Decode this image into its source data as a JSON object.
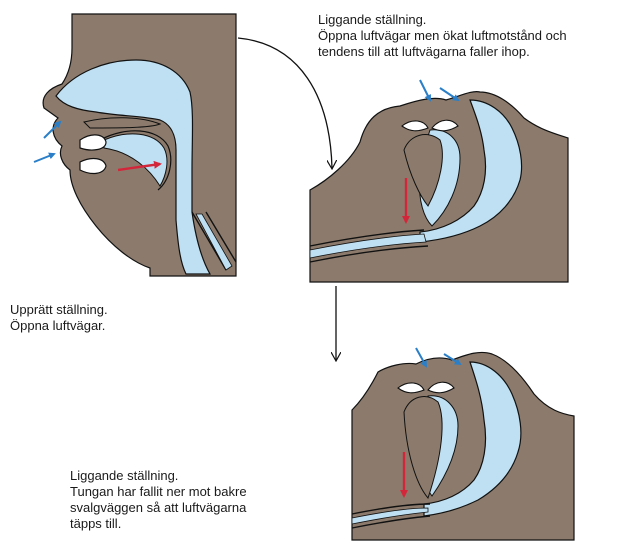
{
  "captions": {
    "upright": [
      "Upprätt ställning.",
      "Öppna luftvägar."
    ],
    "lying_open": [
      "Liggande ställning.",
      "Öppna luftvägar men ökat luftmotstånd och",
      "tendens till att luftvägarna faller ihop."
    ],
    "lying_blocked": [
      "Liggande ställning.",
      "Tungan har fallit ner mot bakre",
      "svalgväggen så att luftvägarna",
      "täpps till."
    ]
  },
  "colors": {
    "tissue": "#8c7b6c",
    "airway": "#bfe0f2",
    "outline": "#111111",
    "air_arrow": "#2a7fc8",
    "tongue_arrow": "#d3263a",
    "connector": "#111111"
  },
  "icons": {
    "air_flow": "blue-arrow-icon",
    "tongue_motion": "red-arrow-icon",
    "sequence": "black-arrow-icon"
  }
}
